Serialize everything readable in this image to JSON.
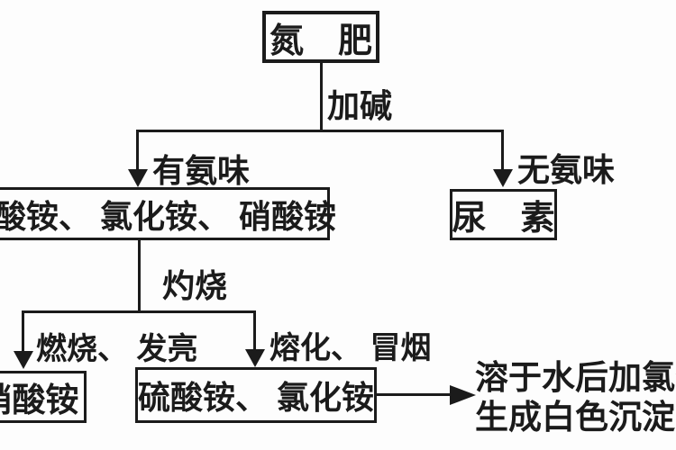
{
  "diagram_title": "nitrogen-fertilizer-identification-flowchart",
  "colors": {
    "ink": "#1b1b1b",
    "background": "#fdfdfd"
  },
  "nodes": {
    "root": {
      "label": "氮　肥"
    },
    "ammonium_salts": {
      "label": "硫酸铵、 氯化铵、 硝酸铵"
    },
    "urea": {
      "label": "尿　素"
    },
    "ammonium_nitrate": {
      "label": "硝酸铵"
    },
    "sulfate_and_chloride": {
      "label": "硫酸铵、 氯化铵"
    }
  },
  "edge_labels": {
    "add_alkali": "加碱",
    "has_ammonia_smell": "有氨味",
    "no_ammonia_smell": "无氨味",
    "calcination": "灼烧",
    "burns_glows": "燃烧、 发亮",
    "melts_smokes": "熔化、 冒烟"
  },
  "result_note": {
    "line1": "溶于水后加氯化",
    "line2": "生成白色沉淀的"
  }
}
